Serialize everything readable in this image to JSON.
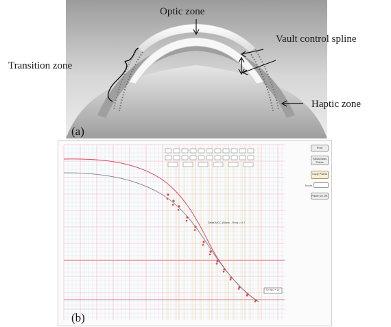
{
  "panel_a": {
    "tag": "(a)",
    "labels": {
      "optic_zone": "Optic zone",
      "transition_zone": "Transition zone",
      "vault_control_spline": "Vault control spline",
      "haptic_zone": "Haptic zone"
    }
  },
  "panel_b": {
    "tag": "(b)",
    "buttons": [
      "Print",
      "Show Main Points",
      "Copy Points",
      "Paste Do OK"
    ],
    "field_label": "Mode",
    "annotation": "Delta-MCC (Black - Red) = 0.7",
    "box_label": "TD 96.0 + 10",
    "colors": {
      "red_curve": "#d9485a",
      "gray_curve": "#8a8aa0",
      "grid_pink": "#f2b9c6",
      "grid_yellow": "#efe38a",
      "grid_blue": "#c9d8f0"
    }
  },
  "colors": {
    "background": "#ffffff",
    "sclera": "#b8b8b8",
    "lens": "#f3f3f3"
  }
}
